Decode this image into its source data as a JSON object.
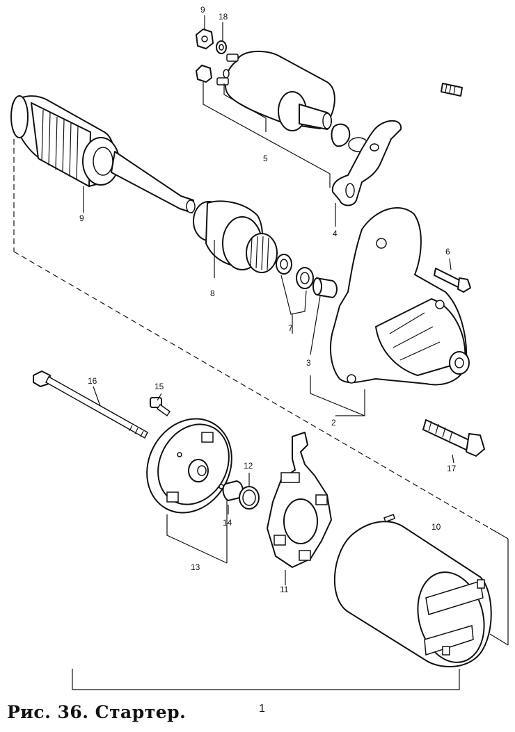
{
  "caption": "Рис. 36. Стартер.",
  "callouts": {
    "c1": "1",
    "c2": "2",
    "c3": "3",
    "c4": "4",
    "c5": "5",
    "c6": "6",
    "c7": "7",
    "c8": "8",
    "c9_armature": "9",
    "c9_nut": "9",
    "c10": "10",
    "c11": "11",
    "c12": "12",
    "c13": "13",
    "c14": "14",
    "c15": "15",
    "c16": "16",
    "c17": "17",
    "c18": "18"
  }
}
